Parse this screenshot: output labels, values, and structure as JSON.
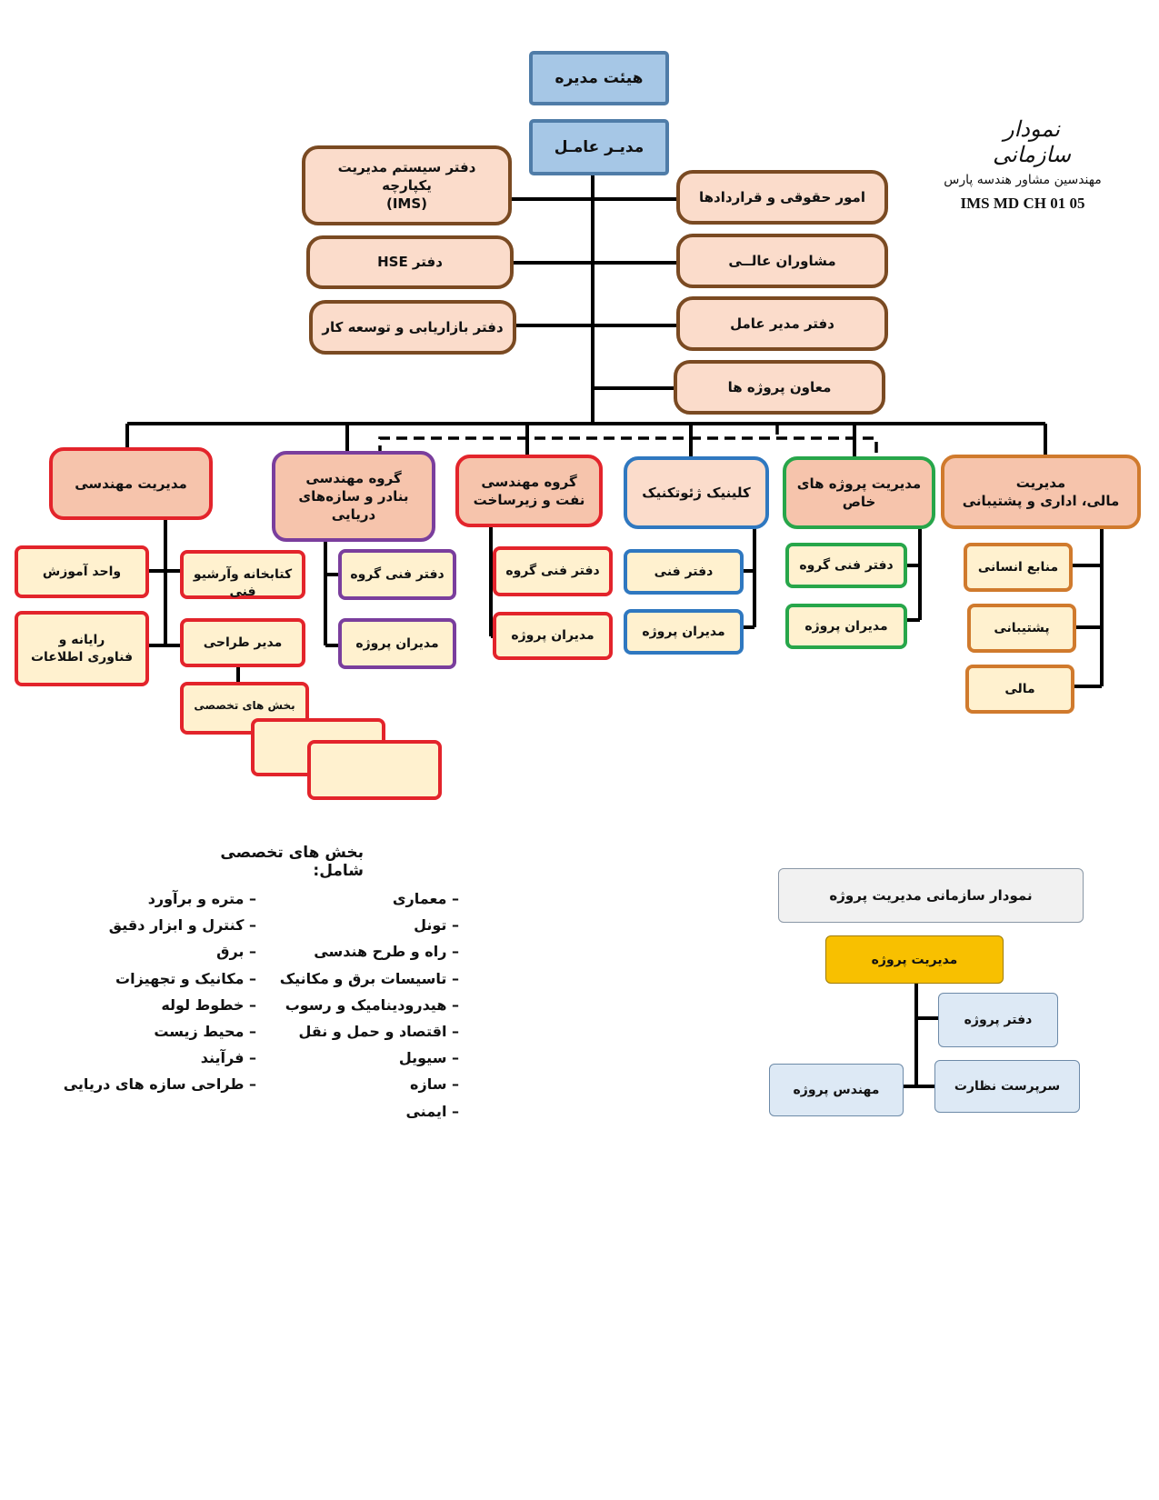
{
  "header": {
    "title": "نمودار سازمانی",
    "company": "مهندسین مشاور هندسه پارس",
    "code": "IMS MD CH 01 05"
  },
  "top": {
    "board": "هیئت مدیره",
    "ceo": "مدیـر عامـل"
  },
  "left_staff": {
    "ims": "دفتر سیستم مدیریت یکپارچه\n(IMS)",
    "hse": "دفتر HSE",
    "marketing": "دفتر بازاریابی و توسعه کار"
  },
  "right_staff": {
    "legal": "امور حقوقی و قراردادها",
    "advisors": "مشاوران عالــی",
    "ceo_office": "دفتر مدیر عامل",
    "projects_deputy": "معاون پروژه ها"
  },
  "engineering": {
    "head": "مدیریت مهندسی",
    "training": "واحد آموزش",
    "it": "رایانه و\nفناوری اطلاعات",
    "library": "کتابخانه وآرشیو\nفنی",
    "design_manager": "مدیر طراحی",
    "specialized": "بخش های تخصصی"
  },
  "ports": {
    "head": "گروه مهندسی\nبنادر و سازه‌های\nدریایی",
    "tech": "دفتر فنی گروه",
    "pms": "مدیران پروژه"
  },
  "oil": {
    "head": "گروه مهندسی\nنفت و زیرساخت",
    "tech": "دفتر فنی گروه",
    "pms": "مدیران پروژه"
  },
  "geo": {
    "head": "کلینیک ژئوتکنیک",
    "tech": "دفتر فنی",
    "pms": "مدیران پروژه"
  },
  "special": {
    "head": "مدیریت پروژه های\nخاص",
    "tech": "دفتر فنی گروه",
    "pms": "مدیران پروژه"
  },
  "finance": {
    "head": "مدیریت\nمالی، اداری و پشتیبانی",
    "hr": "منابع انسانی",
    "support": "پشتیبانی",
    "finance": "مالی"
  },
  "specialties": {
    "title": "بخش های تخصصی شامل:",
    "col1": [
      "– معماری",
      "– تونل",
      "– راه و طرح هندسی",
      "– تاسیسات برق و مکانیک",
      "– هیدرودینامیک و رسوب",
      "– اقتصاد و حمل و نقل",
      "– سیویل",
      "– سازه",
      "– ایمنی"
    ],
    "col2": [
      "– متره و برآورد",
      "– کنترل و ابزار دقیق",
      "– برق",
      "– مکانیک و تجهیزات",
      "– خطوط لوله",
      "– محیط زیست",
      "– فرآیند",
      "– طراحی سازه های دریایی"
    ]
  },
  "pm_chart": {
    "title": "نمودار سازمانی مدیریت پروژه",
    "pm": "مدیریت پروژه",
    "office": "دفتر پروژه",
    "supervisor": "سرپرست نظارت",
    "engineer": "مهندس پروژه"
  }
}
